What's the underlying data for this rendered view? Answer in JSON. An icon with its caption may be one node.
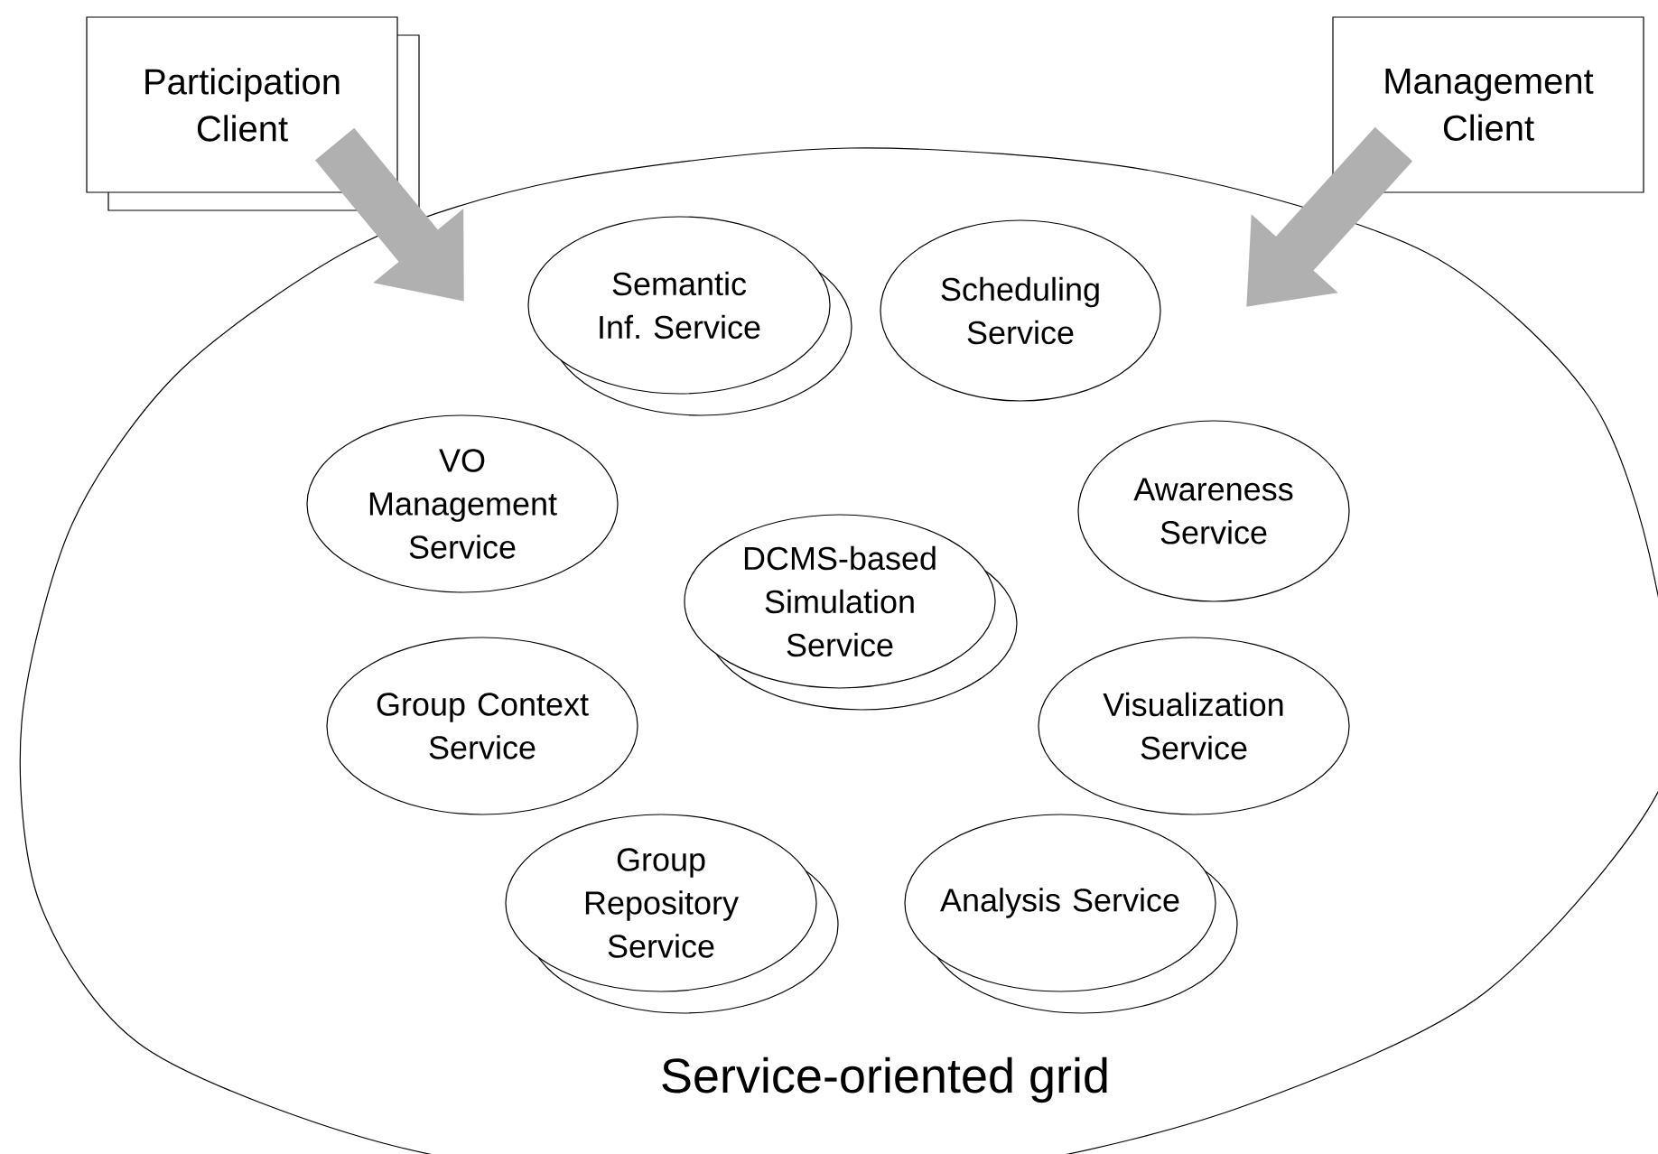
{
  "diagram": {
    "nodes": [
      {
        "text": [
          "Service-oriented grid"
        ]
      },
      {
        "text": [
          "Participation Client"
        ]
      },
      {
        "text": [
          "Management Client"
        ]
      },
      {
        "text": [
          "Semantic Inf. Service"
        ],
        "in": 0
      },
      {
        "text": [
          "Scheduling Service"
        ],
        "in": 0
      },
      {
        "text": [
          "VO Management Service"
        ],
        "in": 0
      },
      {
        "text": [
          "Awareness Service"
        ],
        "in": 0
      },
      {
        "text": [
          "DCMS-based Simulation Service"
        ],
        "in": 0
      },
      {
        "text": [
          "Group Context Service"
        ],
        "in": 0
      },
      {
        "text": [
          "Visualization Service"
        ],
        "in": 0
      },
      {
        "text": [
          "Group Repository Service"
        ],
        "in": 0
      },
      {
        "text": [
          "Analysis Service"
        ],
        "in": 0
      }
    ],
    "edges": [
      {
        "from": 1,
        "to": 0,
        "arrow": "to"
      },
      {
        "from": 2,
        "to": 0,
        "arrow": "to"
      }
    ]
  }
}
